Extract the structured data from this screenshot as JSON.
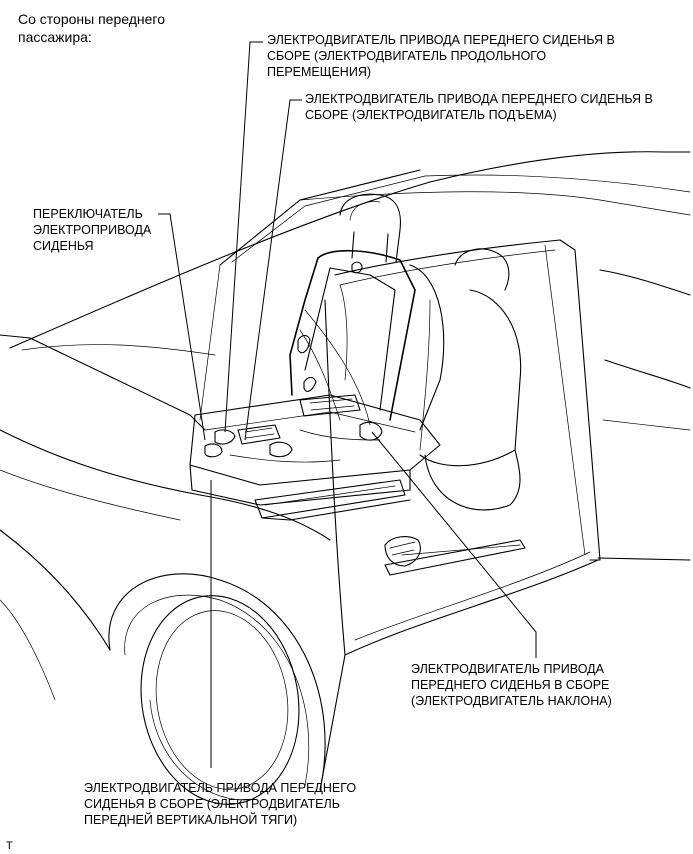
{
  "title": {
    "line1": "Со стороны переднего",
    "line2": "пассажира:"
  },
  "labels": {
    "slide_motor": {
      "line1": "ЭЛЕКТРОДВИГАТЕЛЬ ПРИВОДА ПЕРЕДНЕГО СИДЕНЬЯ В",
      "line2": "СБОРЕ (ЭЛЕКТРОДВИГАТЕЛЬ ПРОДОЛЬНОГО",
      "line3": "ПЕРЕМЕЩЕНИЯ)"
    },
    "lifter_motor": {
      "line1": "ЭЛЕКТРОДВИГАТЕЛЬ ПРИВОДА ПЕРЕДНЕГО СИДЕНЬЯ В",
      "line2": "СБОРЕ (ЭЛЕКТРОДВИГАТЕЛЬ ПОДЪЕМА)"
    },
    "seat_switch": {
      "line1": "ПЕРЕКЛЮЧАТЕЛЬ",
      "line2": "ЭЛЕКТРОПРИВОДА",
      "line3": "СИДЕНЬЯ"
    },
    "recliner_motor": {
      "line1": "ЭЛЕКТРОДВИГАТЕЛЬ ПРИВОДА",
      "line2": "ПЕРЕДНЕГО СИДЕНЬЯ В СБОРЕ",
      "line3": "(ЭЛЕКТРОДВИГАТЕЛЬ НАКЛОНА)"
    },
    "vertical_motor": {
      "line1": "ЭЛЕКТРОДВИГАТЕЛЬ ПРИВОДА ПЕРЕДНЕГО",
      "line2": "СИДЕНЬЯ В СБОРЕ (ЭЛЕКТРОДВИГАТЕЛЬ",
      "line3": "ПЕРЕДНЕЙ ВЕРТИКАЛЬНОЙ ТЯГИ)"
    }
  },
  "footer_mark": "T"
}
